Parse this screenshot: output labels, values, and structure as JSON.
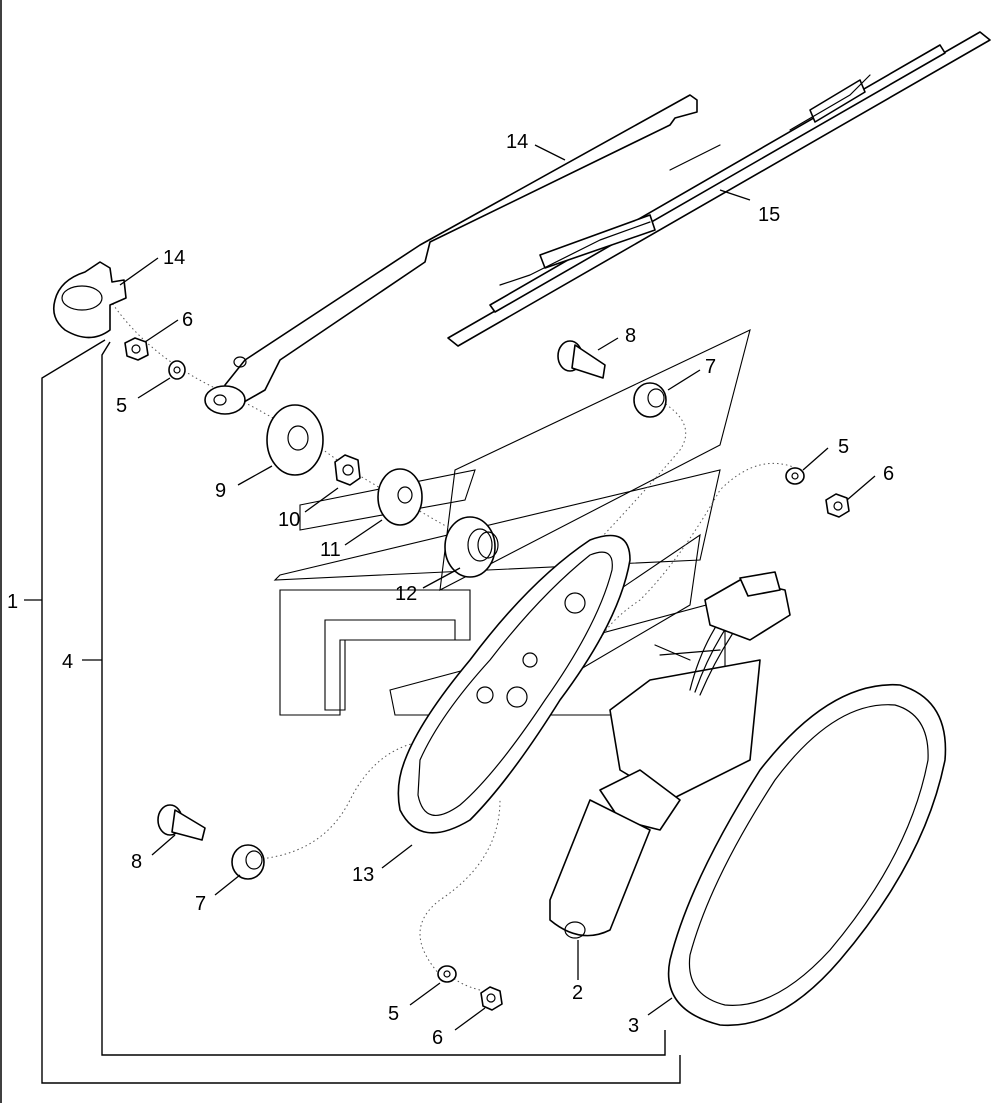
{
  "diagram": {
    "callouts": [
      {
        "id": "c-1",
        "label": "1"
      },
      {
        "id": "c-2",
        "label": "2"
      },
      {
        "id": "c-3",
        "label": "3"
      },
      {
        "id": "c-4",
        "label": "4"
      },
      {
        "id": "c-5a",
        "label": "5"
      },
      {
        "id": "c-5b",
        "label": "5"
      },
      {
        "id": "c-5c",
        "label": "5"
      },
      {
        "id": "c-6a",
        "label": "6"
      },
      {
        "id": "c-6b",
        "label": "6"
      },
      {
        "id": "c-6c",
        "label": "6"
      },
      {
        "id": "c-7a",
        "label": "7"
      },
      {
        "id": "c-7b",
        "label": "7"
      },
      {
        "id": "c-8a",
        "label": "8"
      },
      {
        "id": "c-8b",
        "label": "8"
      },
      {
        "id": "c-9",
        "label": "9"
      },
      {
        "id": "c-10",
        "label": "10"
      },
      {
        "id": "c-11",
        "label": "11"
      },
      {
        "id": "c-12",
        "label": "12"
      },
      {
        "id": "c-13",
        "label": "13"
      },
      {
        "id": "c-14a",
        "label": "14"
      },
      {
        "id": "c-14b",
        "label": "14"
      },
      {
        "id": "c-15",
        "label": "15"
      }
    ]
  }
}
